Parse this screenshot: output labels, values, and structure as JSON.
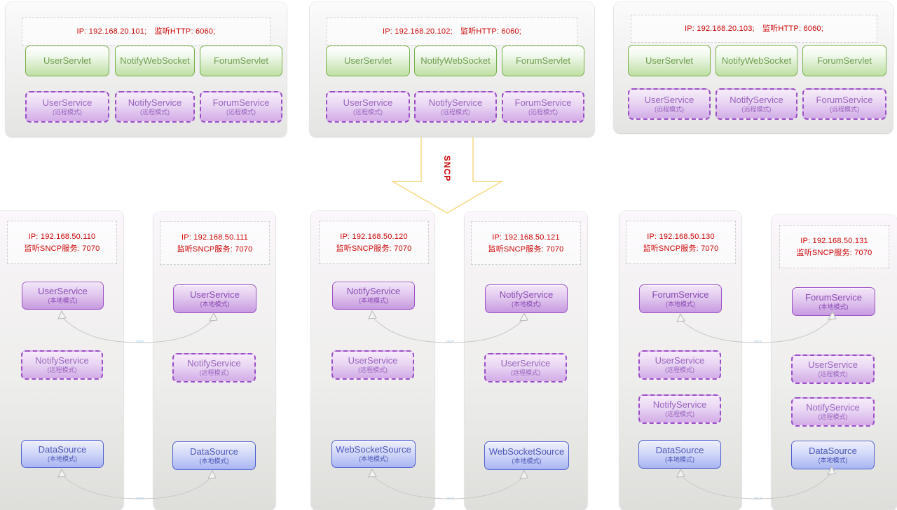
{
  "diagram": {
    "protocol_arrow": {
      "label": "SNCP",
      "color": "#cc0000",
      "stroke": "#f5d67a"
    },
    "link_label": "SNCP",
    "mode_local": "(本地模式)",
    "mode_remote": "(远程模式)"
  },
  "web_tier": [
    {
      "id": "web-1",
      "header_line1": "IP: 192.168.20.101;　监听HTTP: 6060;",
      "servlets": [
        "UserServlet",
        "NotifyWebSocket",
        "ForumServlet"
      ],
      "services": [
        {
          "name": "UserService",
          "mode": "(远程模式)"
        },
        {
          "name": "NotifyService",
          "mode": "(远程模式)"
        },
        {
          "name": "ForumService",
          "mode": "(远程模式)"
        }
      ]
    },
    {
      "id": "web-2",
      "header_line1": "IP: 192.168.20.102;　监听HTTP: 6060;",
      "servlets": [
        "UserServlet",
        "NotifyWebSocket",
        "ForumServlet"
      ],
      "services": [
        {
          "name": "UserService",
          "mode": "(远程模式)"
        },
        {
          "name": "NotifyService",
          "mode": "(远程模式)"
        },
        {
          "name": "ForumService",
          "mode": "(远程模式)"
        }
      ]
    },
    {
      "id": "web-3",
      "header_line1": "IP: 192.168.20.103;　监听HTTP: 6060;",
      "servlets": [
        "UserServlet",
        "NotifyWebSocket",
        "ForumServlet"
      ],
      "services": [
        {
          "name": "UserService",
          "mode": "(远程模式)"
        },
        {
          "name": "NotifyService",
          "mode": "(远程模式)"
        },
        {
          "name": "ForumService",
          "mode": "(远程模式)"
        }
      ]
    }
  ],
  "service_tier": [
    {
      "id": "svc-110",
      "header_line1": "IP: 192.168.50.110",
      "header_line2": "监听SNCP服务: 7070",
      "nodes": [
        {
          "name": "UserService",
          "mode": "(本地模式)",
          "style": "purple-solid"
        },
        {
          "name": "NotifyService",
          "mode": "(远程模式)",
          "style": "purple-dash"
        },
        {
          "name": "DataSource",
          "mode": "(本地模式)",
          "style": "blue"
        }
      ]
    },
    {
      "id": "svc-111",
      "header_line1": "IP: 192.168.50.111",
      "header_line2": "监听SNCP服务: 7070",
      "nodes": [
        {
          "name": "UserService",
          "mode": "(本地模式)",
          "style": "purple-solid"
        },
        {
          "name": "NotifyService",
          "mode": "(远程模式)",
          "style": "purple-dash"
        },
        {
          "name": "DataSource",
          "mode": "(本地模式)",
          "style": "blue"
        }
      ]
    },
    {
      "id": "svc-120",
      "header_line1": "IP: 192.168.50.120",
      "header_line2": "监听SNCP服务: 7070",
      "nodes": [
        {
          "name": "NotifyService",
          "mode": "(本地模式)",
          "style": "purple-solid"
        },
        {
          "name": "UserService",
          "mode": "(远程模式)",
          "style": "purple-dash"
        },
        {
          "name": "WebSocketSource",
          "mode": "(本地模式)",
          "style": "blue"
        }
      ]
    },
    {
      "id": "svc-121",
      "header_line1": "IP: 192.168.50.121",
      "header_line2": "监听SNCP服务: 7070",
      "nodes": [
        {
          "name": "NotifyService",
          "mode": "(本地模式)",
          "style": "purple-solid"
        },
        {
          "name": "UserService",
          "mode": "(远程模式)",
          "style": "purple-dash"
        },
        {
          "name": "WebSocketSource",
          "mode": "(本地模式)",
          "style": "blue"
        }
      ]
    },
    {
      "id": "svc-130",
      "header_line1": "IP: 192.168.50.130",
      "header_line2": "监听SNCP服务: 7070",
      "nodes": [
        {
          "name": "ForumService",
          "mode": "(本地模式)",
          "style": "purple-solid"
        },
        {
          "name": "UserService",
          "mode": "(远程模式)",
          "style": "purple-dash"
        },
        {
          "name": "NotifyService",
          "mode": "(远程模式)",
          "style": "purple-dash"
        },
        {
          "name": "DataSource",
          "mode": "(本地模式)",
          "style": "blue"
        }
      ]
    },
    {
      "id": "svc-131",
      "header_line1": "IP: 192.168.50.131",
      "header_line2": "监听SNCP服务: 7070",
      "nodes": [
        {
          "name": "ForumService",
          "mode": "(本地模式)",
          "style": "purple-solid"
        },
        {
          "name": "UserService",
          "mode": "(远程模式)",
          "style": "purple-dash"
        },
        {
          "name": "NotifyService",
          "mode": "(远程模式)",
          "style": "purple-dash"
        },
        {
          "name": "DataSource",
          "mode": "(本地模式)",
          "style": "blue"
        }
      ]
    }
  ]
}
